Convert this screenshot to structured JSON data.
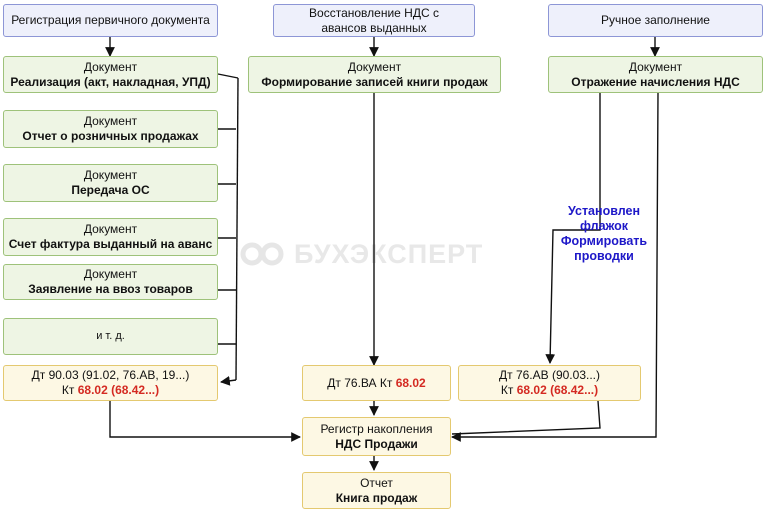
{
  "headers": {
    "registration": "Регистрация первичного документа",
    "restore": "Восстановление НДС с авансов выданных",
    "manual": "Ручное заполнение"
  },
  "documents": [
    {
      "title": "Документ",
      "name": "Реализация (акт, накладная, УПД)"
    },
    {
      "title": "Документ",
      "name": "Отчет о розничных продажах"
    },
    {
      "title": "Документ",
      "name": "Передача ОС"
    },
    {
      "title": "Документ",
      "name": "Счет фактура выданный на аванс"
    },
    {
      "title": "Документ",
      "name": "Заявление на ввоз товаров"
    },
    {
      "title": "",
      "name": "и т. д."
    }
  ],
  "doc_restore": {
    "title": "Документ",
    "name": "Формирование записей книги продаж"
  },
  "doc_manual": {
    "title": "Документ",
    "name": "Отражение начисления НДС"
  },
  "postings": {
    "left": {
      "line1": "Дт 90.03 (91.02, 76.АВ, 19...)",
      "kt_prefix": "Кт ",
      "kt_value": "68.02 (68.42...)"
    },
    "middle": {
      "prefix": "Дт 76.ВА Кт ",
      "value": "68.02"
    },
    "right": {
      "line1": "Дт 76.АВ (90.03...)",
      "kt_prefix": "Кт ",
      "kt_value": "68.02 (68.42...)"
    }
  },
  "register": {
    "title": "Регистр накопления",
    "name": "НДС Продажи"
  },
  "report": {
    "title": "Отчет",
    "name": "Книга продаж"
  },
  "flag_note": "Установлен флажок Формировать проводки",
  "watermark": "БУХЭКСПЕРТ",
  "colors": {
    "accent_red": "#d42a22",
    "note_blue": "#1e18c8",
    "green_border": "#9ec27a",
    "blue_border": "#8d96d6",
    "yellow_border": "#e4c970"
  }
}
